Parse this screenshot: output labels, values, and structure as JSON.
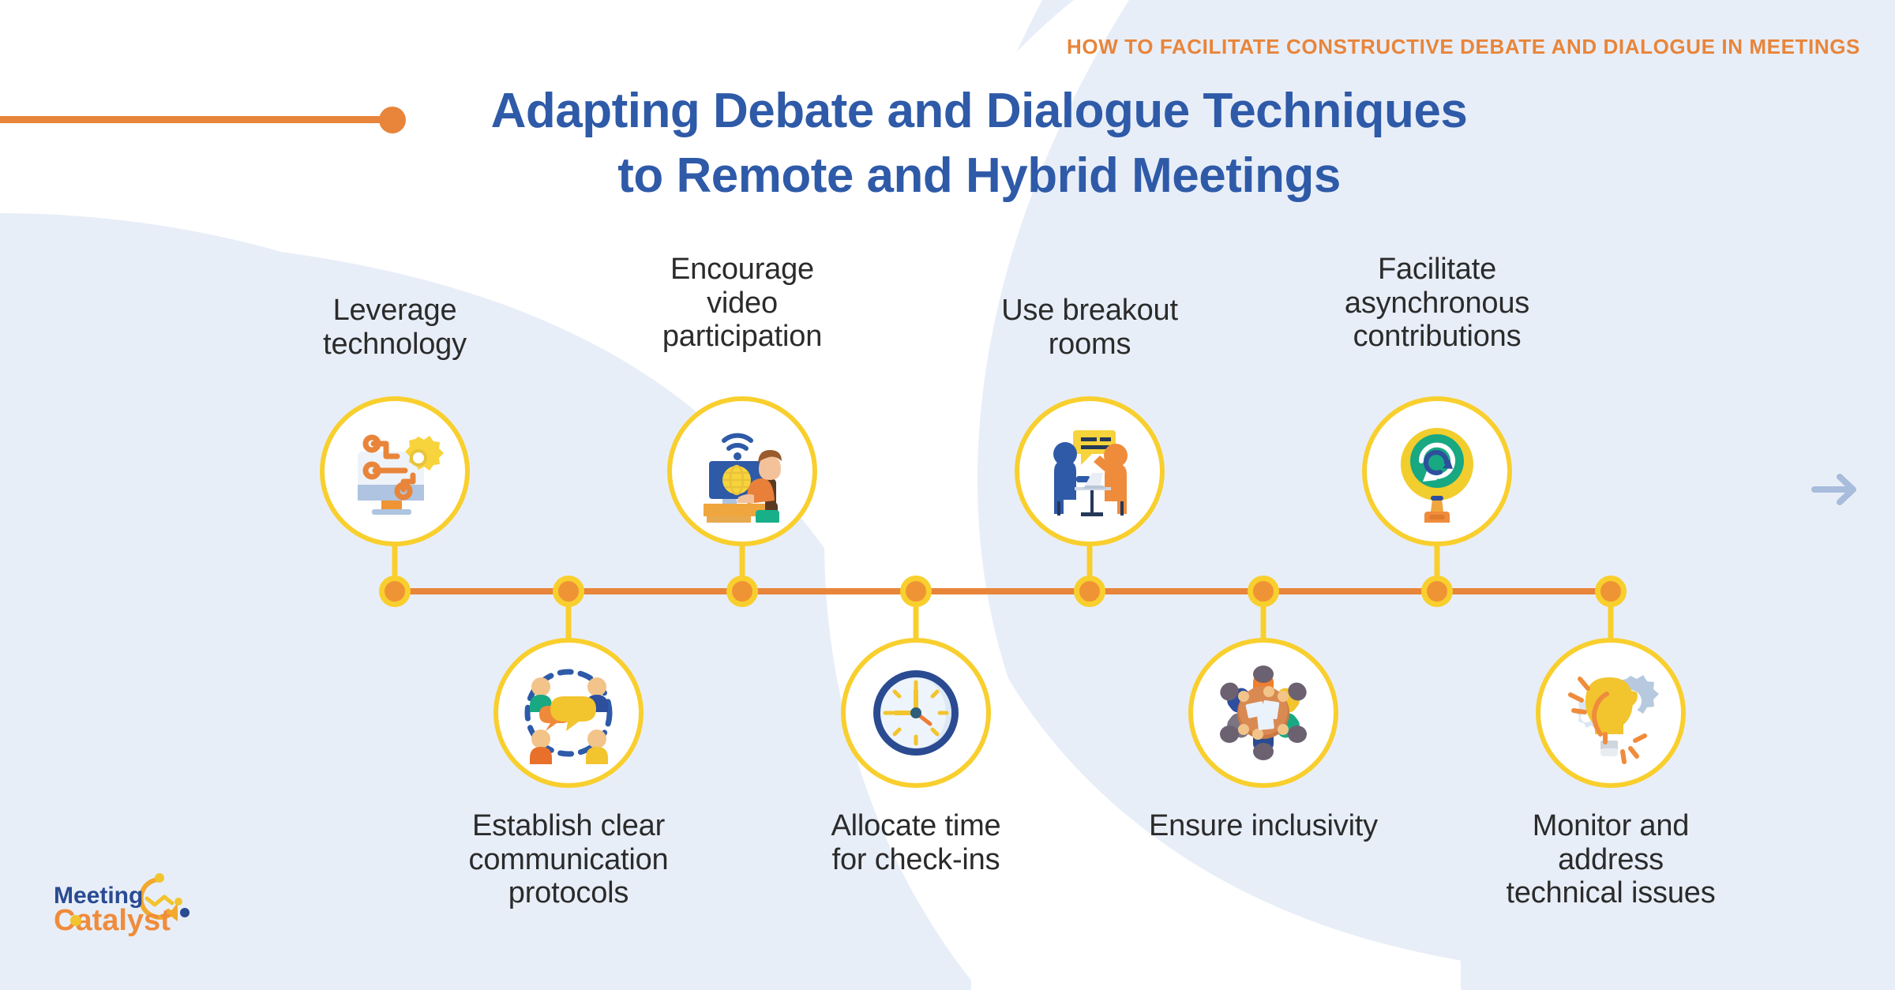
{
  "header": {
    "kicker": "HOW TO FACILITATE CONSTRUCTIVE DEBATE AND DIALOGUE IN MEETINGS"
  },
  "title": {
    "line1": "Adapting Debate and Dialogue Techniques",
    "line2": "to Remote and Hybrid Meetings"
  },
  "timeline": {
    "items": [
      {
        "id": 1,
        "position": "top",
        "label_line1": "Leverage",
        "label_line2": "technology",
        "label_line3": "",
        "icon": "monitor-gear-icon"
      },
      {
        "id": 2,
        "position": "bottom",
        "label_line1": "Establish clear",
        "label_line2": "communication",
        "label_line3": "protocols",
        "icon": "people-speech-bubbles-icon"
      },
      {
        "id": 3,
        "position": "top",
        "label_line1": "Encourage",
        "label_line2": "video",
        "label_line3": "participation",
        "icon": "person-video-call-icon"
      },
      {
        "id": 4,
        "position": "bottom",
        "label_line1": "Allocate time",
        "label_line2": "for check-ins",
        "label_line3": "",
        "icon": "clock-icon"
      },
      {
        "id": 5,
        "position": "top",
        "label_line1": "Use breakout",
        "label_line2": "rooms",
        "label_line3": "",
        "icon": "two-people-table-icon"
      },
      {
        "id": 6,
        "position": "bottom",
        "label_line1": "Ensure inclusivity",
        "label_line2": "",
        "label_line3": "",
        "icon": "round-table-group-icon"
      },
      {
        "id": 7,
        "position": "top",
        "label_line1": "Facilitate",
        "label_line2": "asynchronous",
        "label_line3": "contributions",
        "icon": "sync-magnifier-icon"
      },
      {
        "id": 8,
        "position": "bottom",
        "label_line1": "Monitor and",
        "label_line2": "address",
        "label_line3": "technical issues",
        "icon": "lightbulb-gears-icon"
      }
    ]
  },
  "logo": {
    "word1": "Meeting",
    "word2": "Catalyst"
  },
  "nav": {
    "next_label": "next-arrow"
  },
  "colors": {
    "orange": "#e8853a",
    "blue": "#2e5aa8",
    "yellow": "#f9cf2e",
    "node_fill": "#ef9434",
    "bg_tint": "#e8eef8",
    "text_dark": "#2b2b2b",
    "arrow_gray": "#a8bcdc"
  }
}
